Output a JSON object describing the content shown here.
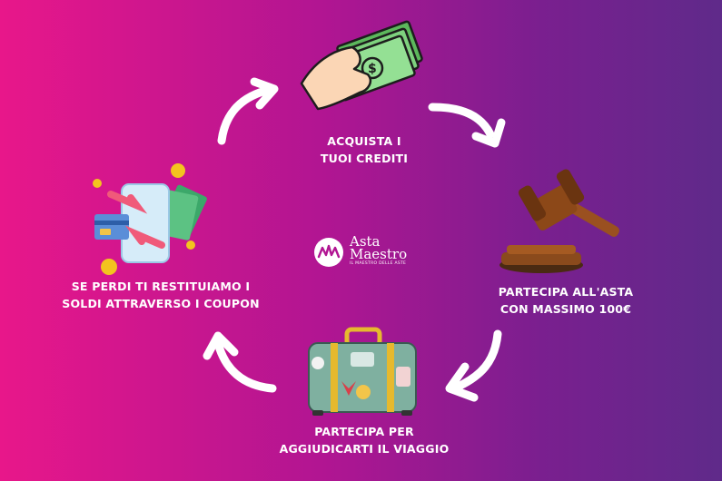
{
  "cycle": {
    "step_buy": {
      "line1": "ACQUISTA I",
      "line2": "TUOI CREDITI",
      "icon": "cash-in-hand-icon"
    },
    "step_auction": {
      "line1": "PARTECIPA ALL'ASTA",
      "line2": "CON MASSIMO 100€",
      "icon": "gavel-icon"
    },
    "step_trip": {
      "line1": "PARTECIPA PER",
      "line2": "AGGIUDICARTI IL VIAGGIO",
      "icon": "suitcase-icon"
    },
    "step_refund": {
      "line1": "SE PERDI TI RESTITUIAMO I",
      "line2": "SOLDI ATTRAVERSO I COUPON",
      "icon": "phone-refund-icon"
    }
  },
  "logo": {
    "line1": "Asta",
    "line2": "Maestro",
    "tagline": "IL MAESTRO DELLE ASTE"
  },
  "colors": {
    "gradient_start": "#e8178a",
    "gradient_end": "#5f2a8a",
    "text": "#ffffff"
  }
}
